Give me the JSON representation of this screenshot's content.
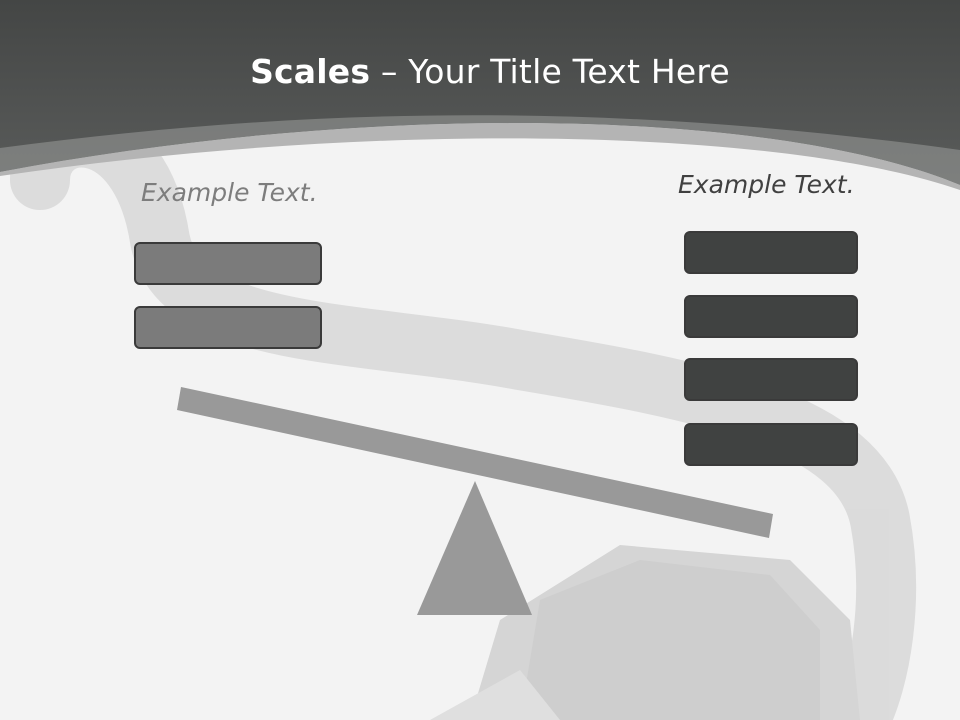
{
  "slide": {
    "title_bold": "Scales",
    "title_rest": " – Your Title Text Here",
    "left_label": "Example Text.",
    "right_label": "Example Text.",
    "left_boxes": 2,
    "right_boxes": 4
  },
  "colors": {
    "header": "#4b4d4c",
    "swoosh": "#b4b4b4",
    "beam": "#999999",
    "fulcrum": "#999999",
    "left_box": "#7b7b7b",
    "right_box": "#404241"
  }
}
